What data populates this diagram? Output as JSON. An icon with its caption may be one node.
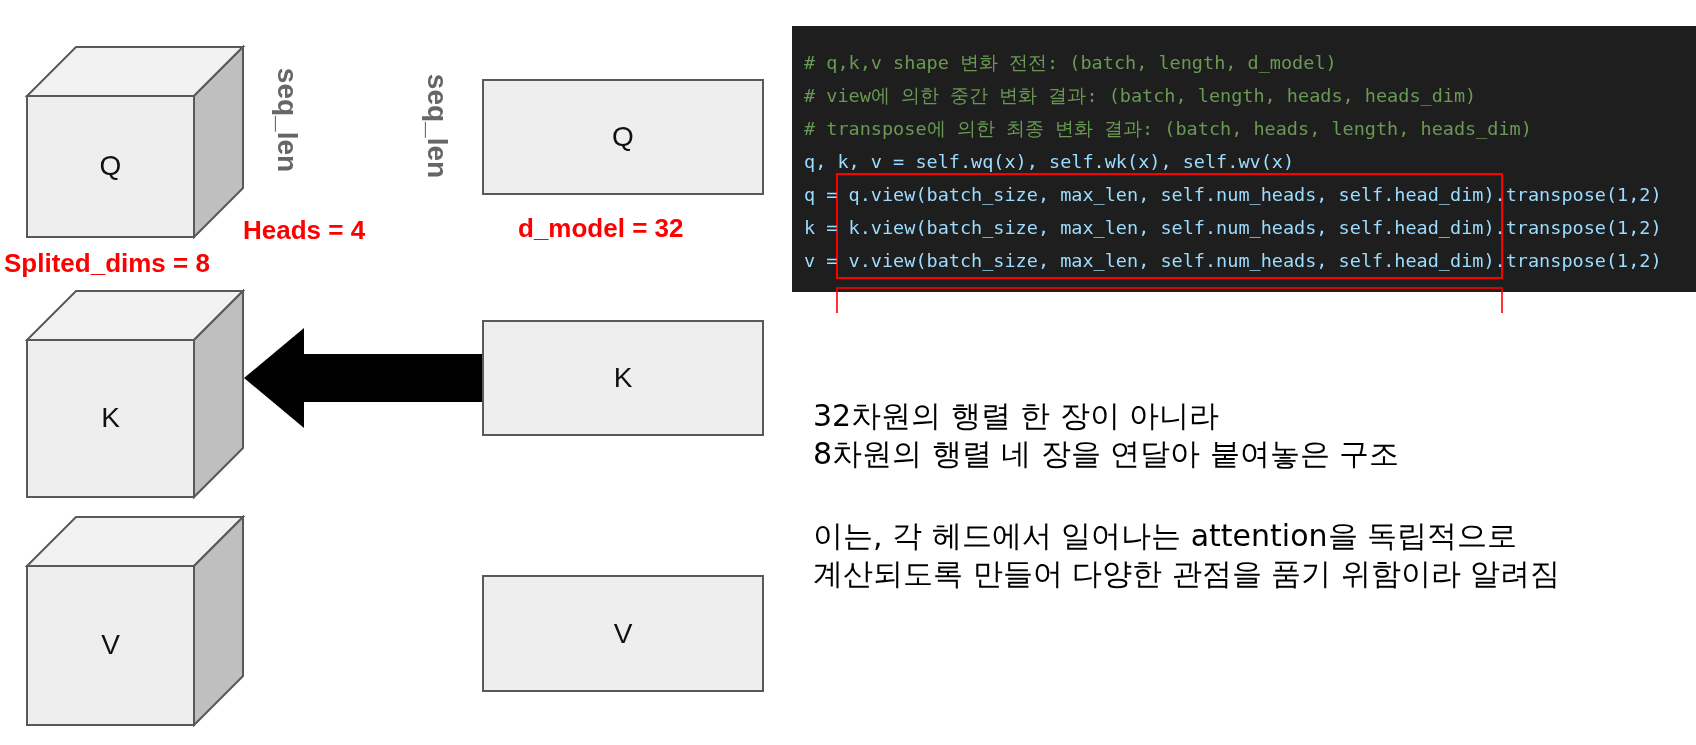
{
  "diagram": {
    "nodes": [
      {
        "text": [
          "Q"
        ]
      },
      {
        "text": [
          "Q"
        ]
      },
      {
        "text": [
          "K"
        ]
      },
      {
        "text": [
          "K"
        ]
      },
      {
        "text": [
          "V"
        ]
      },
      {
        "text": [
          "V"
        ]
      }
    ],
    "edges": [
      {
        "from": 3,
        "to": 2,
        "arrow": "to"
      }
    ],
    "labels": [
      "seq_len",
      "seq_len",
      "Heads = 4",
      "d_model = 32",
      "Splited_dims = 8",
      "# q,k,v shape 변화 전전: (batch, length, d_model)",
      "# view에 의한 중간 변화 결과: (batch, length, heads, heads_dim)",
      "# transpose에 의한 최종 변화 결과: (batch, heads, length, heads_dim)",
      "q, k, v = self.wq(x), self.wk(x), self.wv(x)",
      "q = q.view(batch_size, max_len, self.num_heads, self.head_dim).transpose(1,2)",
      "k = k.view(batch_size, max_len, self.num_heads, self.head_dim).transpose(1,2)",
      "v = v.view(batch_size, max_len, self.num_heads, self.head_dim).transpose(1,2)",
      "32차원의 행렬 한 장이 아니라",
      "8차원의 행렬 네 장을 연달아 붙여놓은 구조",
      "이는, 각 헤드에서 일어나는 attention을 독립적으로",
      "계산되도록 만들어 다양한 관점을 품기 위함이라 알려짐"
    ]
  }
}
